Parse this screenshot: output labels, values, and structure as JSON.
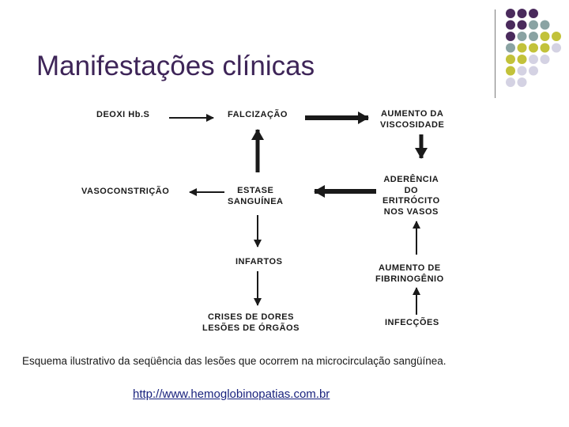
{
  "title": "Manifestações clínicas",
  "diagram": {
    "nodes": {
      "deoxi": "DEOXI Hb.S",
      "falcizacao": "FALCIZAÇÃO",
      "aumento_viscosidade": [
        "AUMENTO DA",
        "VISCOSIDADE"
      ],
      "vasoconstricao": "VASOCONSTRIÇÃO",
      "estase": [
        "ESTASE",
        "SANGUÍNEA"
      ],
      "aderencia": [
        "ADERÊNCIA",
        "DO",
        "ERITRÓCITO",
        "NOS VASOS"
      ],
      "infartos": "INFARTOS",
      "aumento_fibrinogenio": [
        "AUMENTO DE",
        "FIBRINOGÊNIO"
      ],
      "crises": [
        "CRISES DE DORES",
        "LESÕES DE ÓRGÃOS"
      ],
      "infeccoes": "INFECÇÕES"
    }
  },
  "caption": "Esquema ilustrativo da seqüência das lesões que ocorrem na microcirculação sangüínea.",
  "link": "http://www.hemoglobinopatias.com.br",
  "colors": {
    "title": "#3e2558",
    "purple": "#4a2a5c",
    "teal": "#8aa3a3",
    "olive": "#c2c23a",
    "lavender": "#d4d2e3",
    "link": "#1a237e"
  }
}
